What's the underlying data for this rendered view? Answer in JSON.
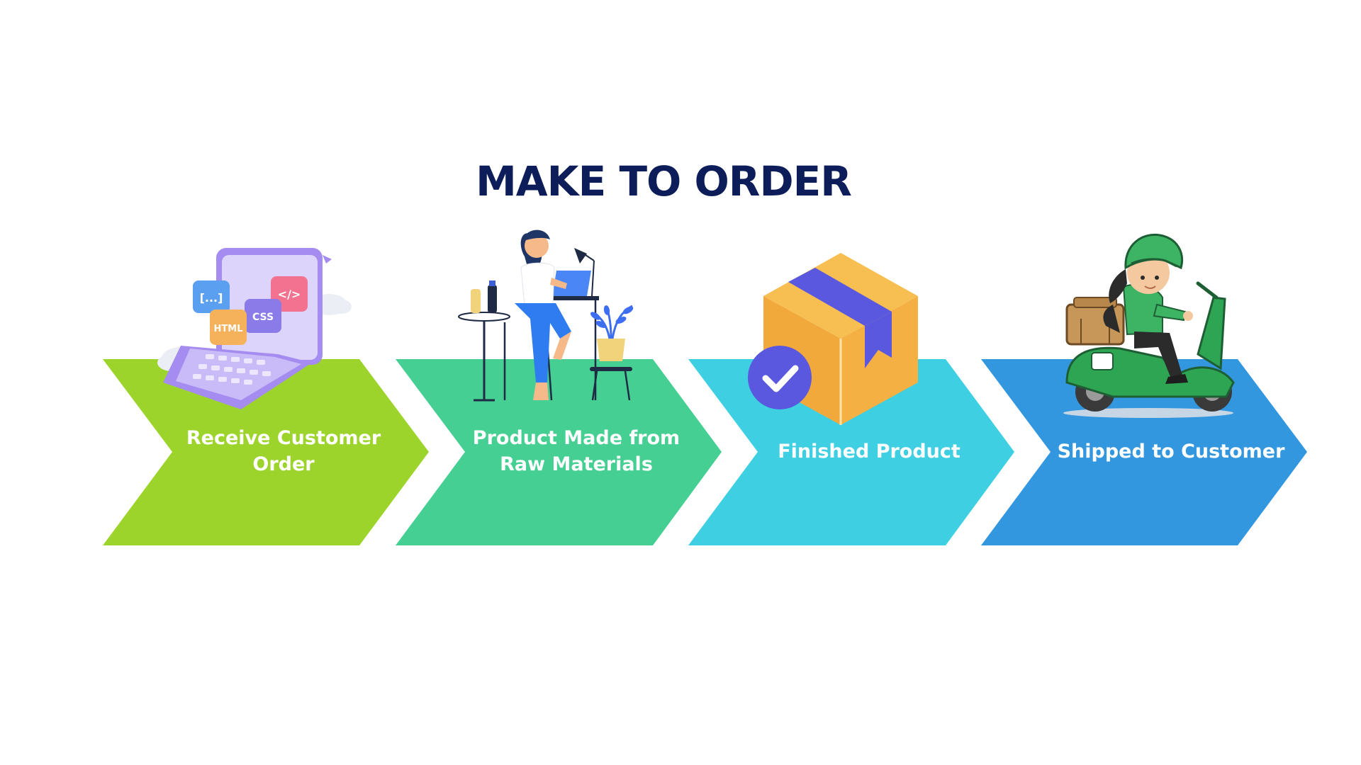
{
  "title": "MAKE TO ORDER",
  "steps": [
    {
      "label": "Receive Customer Order",
      "color": "#9dd42c",
      "illustration": "laptop-code-icon"
    },
    {
      "label": "Product Made from Raw Materials",
      "color": "#45cf92",
      "illustration": "woman-working-at-desk-icon"
    },
    {
      "label": "Finished Product",
      "color": "#3ecfe2",
      "illustration": "package-box-check-icon"
    },
    {
      "label": "Shipped to Customer",
      "color": "#3397e0",
      "illustration": "scooter-delivery-icon"
    }
  ],
  "laptop_tags": {
    "brackets": "[...]",
    "code": "</>",
    "css": "CSS",
    "html": "HTML"
  },
  "colors": {
    "title": "#0d1d59"
  }
}
